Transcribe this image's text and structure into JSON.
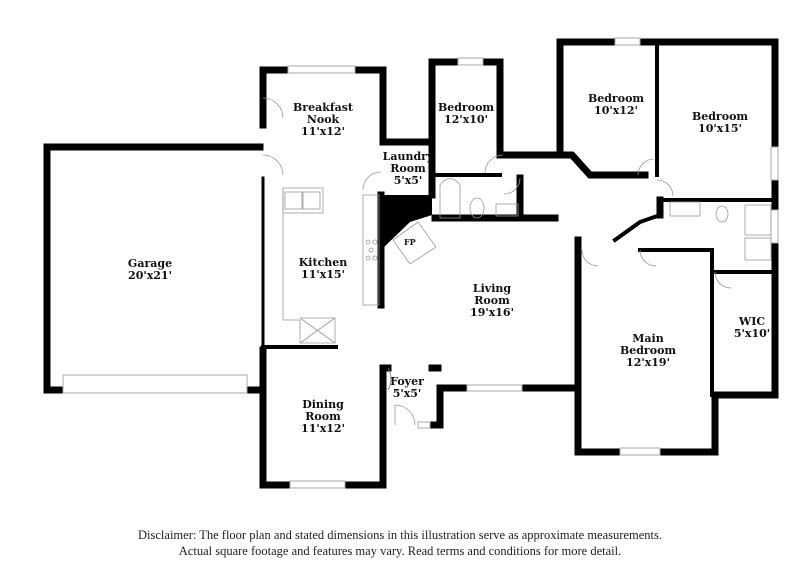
{
  "rooms": {
    "garage": {
      "name": "Garage",
      "size": "20'x21'"
    },
    "breakfast_nook": {
      "name_line1": "Breakfast",
      "name_line2": "Nook",
      "size": "11'x12'"
    },
    "laundry_room": {
      "name_line1": "Laundry",
      "name_line2": "Room",
      "size": "5'x5'"
    },
    "bedroom_small": {
      "name": "Bedroom",
      "size": "12'x10'"
    },
    "bedroom_mid": {
      "name": "Bedroom",
      "size": "10'x12'"
    },
    "bedroom_right": {
      "name": "Bedroom",
      "size": "10'x15'"
    },
    "kitchen": {
      "name": "Kitchen",
      "size": "11'x15'"
    },
    "fireplace": {
      "label": "FP"
    },
    "living_room": {
      "name_line1": "Living",
      "name_line2": "Room",
      "size": "19'x16'"
    },
    "main_bedroom": {
      "name_line1": "Main",
      "name_line2": "Bedroom",
      "size": "12'x19'"
    },
    "wic": {
      "name": "WIC",
      "size": "5'x10'"
    },
    "dining_room": {
      "name_line1": "Dining",
      "name_line2": "Room",
      "size": "11'x12'"
    },
    "foyer": {
      "name": "Foyer",
      "size": "5'x5'"
    }
  },
  "disclaimer": {
    "line1": "Disclaimer: The floor plan and stated dimensions in this illustration serve as approximate measurements.",
    "line2": "Actual square footage and features may vary. Read terms and conditions for more detail."
  },
  "colors": {
    "wall": "#000000",
    "window": "#cccccc",
    "fixture": "#999999",
    "background": "#ffffff"
  }
}
